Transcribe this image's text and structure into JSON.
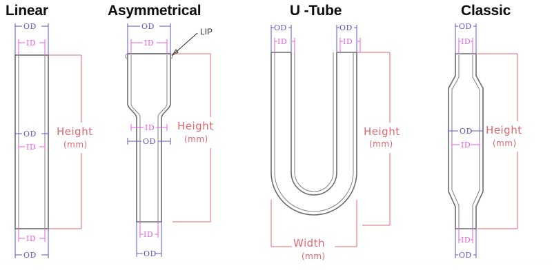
{
  "figure": {
    "title_font_color": "#0d0d0d",
    "background": "#ffffff",
    "colors": {
      "od_dimension": "#5b54c8",
      "id_dimension": "#e45fe0",
      "height_dimension": "#e0676e",
      "glass_outline": "#6b6b6b",
      "annotation": "#2b2b2b"
    }
  },
  "panels": [
    {
      "id": "linear",
      "title": "Linear",
      "dimensions": {
        "top_od": "OD",
        "top_id": "ID",
        "mid_od": "OD",
        "mid_id": "ID",
        "bottom_id": "ID",
        "bottom_od": "OD",
        "height_label": "Height",
        "height_unit": "(mm)"
      }
    },
    {
      "id": "asymmetrical",
      "title": "Asymmetrical",
      "annotation": "LIP",
      "dimensions": {
        "top_od": "OD",
        "top_id": "ID",
        "mid_id": "ID",
        "mid_od": "OD",
        "bottom_id": "ID",
        "bottom_od": "OD",
        "height_label": "Height",
        "height_unit": "(mm)"
      }
    },
    {
      "id": "u-tube",
      "title": "U -Tube",
      "dimensions": {
        "left_od": "OD",
        "left_id": "ID",
        "right_od": "OD",
        "right_id": "ID",
        "height_label": "Height",
        "height_unit": "(mm)",
        "width_label": "Width",
        "width_unit": "(mm)"
      }
    },
    {
      "id": "classic",
      "title": "Classic",
      "dimensions": {
        "top_od": "OD",
        "top_id": "ID",
        "mid_od": "OD",
        "mid_id": "ID",
        "bottom_id": "ID",
        "bottom_od": "OD",
        "height_label": "Height",
        "height_unit": "(mm)"
      }
    }
  ]
}
